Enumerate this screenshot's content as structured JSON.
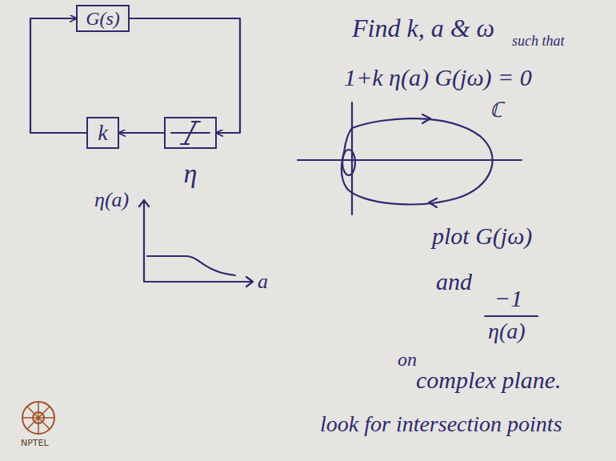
{
  "diagram": {
    "nodes": [
      {
        "text": [
          "G(s)"
        ]
      },
      {
        "text": [
          "η"
        ]
      },
      {
        "text": [
          "k"
        ]
      }
    ],
    "edges": [
      {
        "from": 0,
        "to": 1,
        "arrow": "to"
      },
      {
        "from": 1,
        "to": 2,
        "arrow": "to"
      },
      {
        "from": 2,
        "to": 0,
        "arrow": "to"
      }
    ],
    "labels": [
      "Find k, a & ω",
      "such that",
      "1+k η(a) G(jω) = 0",
      "ℂ",
      "η(a)",
      "a",
      "plot G(jω)",
      "and",
      "−1",
      "η(a)",
      "on",
      "complex plane.",
      "look for intersection points",
      "NPTEL"
    ]
  }
}
